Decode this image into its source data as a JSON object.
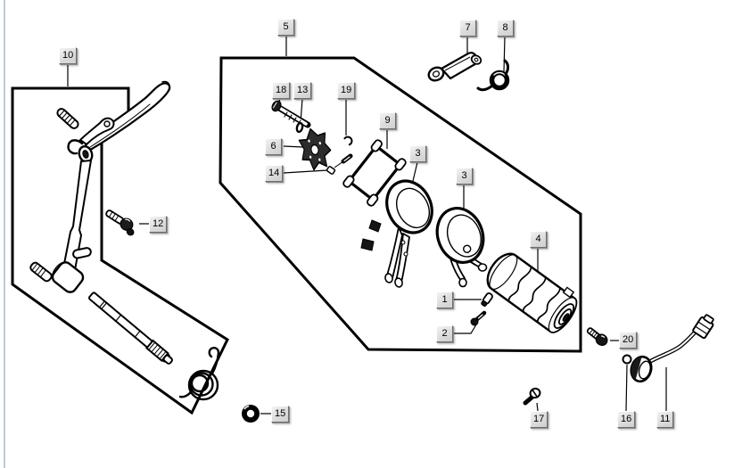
{
  "labels": [
    {
      "part": "10",
      "text": "10"
    },
    {
      "part": "5",
      "text": "5"
    },
    {
      "part": "7",
      "text": "7"
    },
    {
      "part": "8",
      "text": "8"
    },
    {
      "part": "18",
      "text": "18"
    },
    {
      "part": "13",
      "text": "13"
    },
    {
      "part": "19",
      "text": "19"
    },
    {
      "part": "6",
      "text": "6"
    },
    {
      "part": "9",
      "text": "9"
    },
    {
      "part": "14",
      "text": "14"
    },
    {
      "part": "3-first",
      "text": "3"
    },
    {
      "part": "3-second",
      "text": "3"
    },
    {
      "part": "4",
      "text": "4"
    },
    {
      "part": "1",
      "text": "1"
    },
    {
      "part": "2",
      "text": "2"
    },
    {
      "part": "12",
      "text": "12"
    },
    {
      "part": "15",
      "text": "15"
    },
    {
      "part": "20",
      "text": "20"
    },
    {
      "part": "17",
      "text": "17"
    },
    {
      "part": "16",
      "text": "16"
    },
    {
      "part": "11",
      "text": "11"
    }
  ],
  "colors": {
    "line": "#000000",
    "label_face": "#dcdcdc",
    "label_highlight": "#ffffff",
    "label_shadow": "#6e6e6e",
    "window_edge": "#bccadb",
    "background": "#ffffff"
  }
}
